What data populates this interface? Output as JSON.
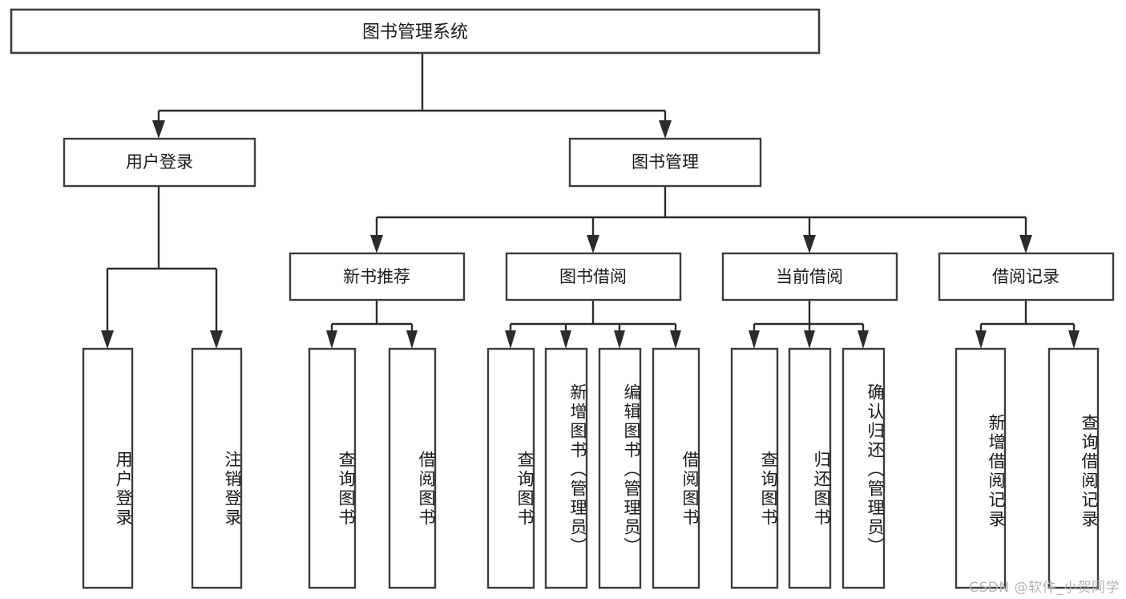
{
  "diagram": {
    "title": "图书管理系统",
    "type": "hierarchy-tree",
    "background_color": "#ffffff",
    "line_color": "#2b2b2b",
    "box_stroke_color": "#3c3c3c",
    "text_color": "#1a1a1a"
  },
  "root": {
    "label": "图书管理系统"
  },
  "level1": [
    {
      "label": "用户登录"
    },
    {
      "label": "图书管理"
    }
  ],
  "level2": [
    {
      "label": "新书推荐"
    },
    {
      "label": "图书借阅"
    },
    {
      "label": "当前借阅"
    },
    {
      "label": "借阅记录"
    }
  ],
  "leaves": {
    "user_login": [
      {
        "label": "用户登录"
      },
      {
        "label": "注销登录"
      }
    ],
    "new_book_recommend": [
      {
        "label": "查询图书"
      },
      {
        "label": "借阅图书"
      }
    ],
    "book_borrow": [
      {
        "label": "查询图书"
      },
      {
        "label": "新增图书（管理员）"
      },
      {
        "label": "编辑图书（管理员）"
      },
      {
        "label": "借阅图书"
      }
    ],
    "current_borrow": [
      {
        "label": "查询图书"
      },
      {
        "label": "归还图书"
      },
      {
        "label": "确认归还（管理员）"
      }
    ],
    "borrow_record": [
      {
        "label": "新增借阅记录"
      },
      {
        "label": "查询借阅记录"
      }
    ]
  },
  "watermark": {
    "text": "CSDN @软件_小贺同学"
  }
}
